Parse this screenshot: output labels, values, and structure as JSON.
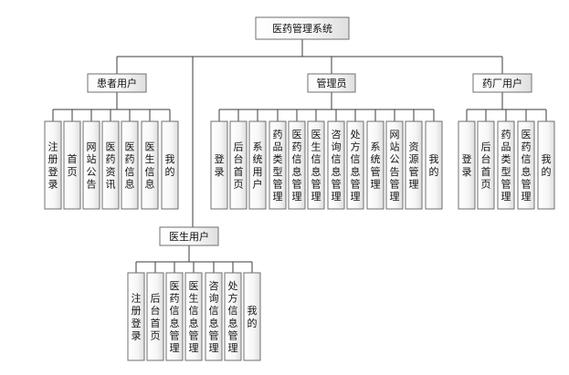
{
  "root": {
    "label": "医药管理系统"
  },
  "groups": [
    {
      "label": "患者用户",
      "children": [
        "注册登录",
        "首页",
        "网站公告",
        "医药资讯",
        "医药信息",
        "医生信息",
        "我的"
      ]
    },
    {
      "label": "管理员",
      "children": [
        "登录",
        "后台首页",
        "系统用户",
        "药品类型管理",
        "医药信息管理",
        "医生信息管理",
        "咨询信息管理",
        "处方信息管理",
        "系统管理",
        "网站公告管理",
        "资源管理",
        "我的"
      ]
    },
    {
      "label": "药厂用户",
      "children": [
        "登录",
        "后台首页",
        "药品类型管理",
        "医药信息管理",
        "我的"
      ]
    },
    {
      "label": "医生用户",
      "children": [
        "注册登录",
        "后台首页",
        "医药信息管理",
        "医生信息管理",
        "咨询信息管理",
        "处方信息管理",
        "我的"
      ]
    }
  ]
}
